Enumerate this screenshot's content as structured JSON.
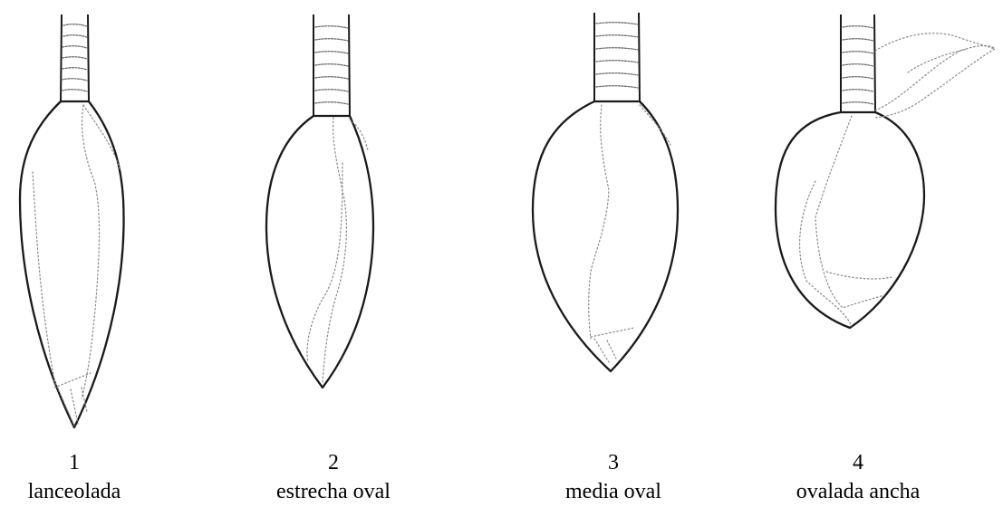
{
  "leaves": [
    {
      "number": "1",
      "name": "lanceolada"
    },
    {
      "number": "2",
      "name": "estrecha oval"
    },
    {
      "number": "3",
      "name": "media oval"
    },
    {
      "number": "4",
      "name": "ovalada ancha"
    }
  ]
}
